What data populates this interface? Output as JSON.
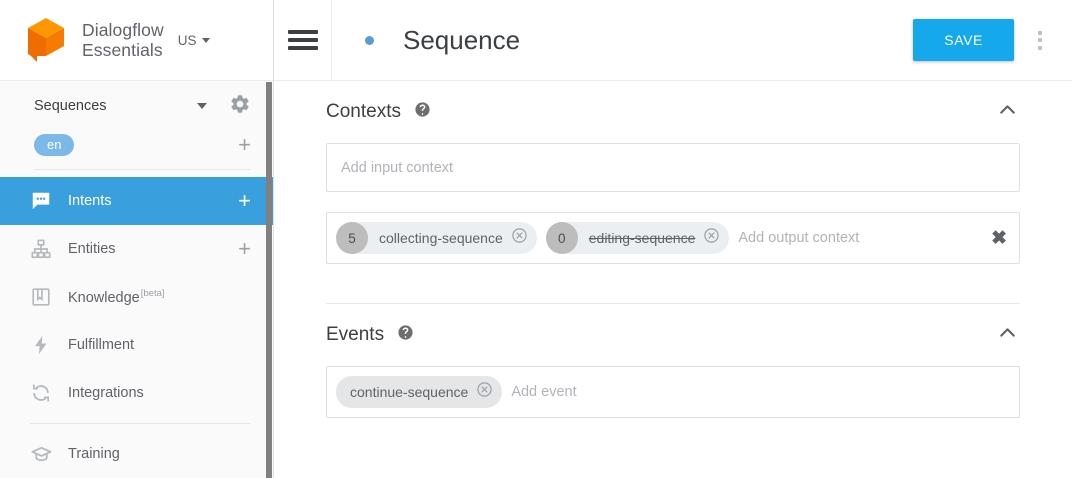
{
  "sidebar": {
    "brand": {
      "line1": "Dialogflow",
      "line2": "Essentials",
      "region": "US"
    },
    "agent": {
      "name": "Sequences"
    },
    "languages": [
      {
        "code": "en"
      }
    ],
    "nav": [
      {
        "label": "Intents",
        "icon": "speech-bubble-icon",
        "active": true,
        "has_add": true
      },
      {
        "label": "Entities",
        "icon": "hierarchy-icon",
        "active": false,
        "has_add": true
      },
      {
        "label": "Knowledge",
        "badge": "[beta]",
        "icon": "book-icon",
        "active": false,
        "has_add": false
      },
      {
        "label": "Fulfillment",
        "icon": "lightning-bolt-icon",
        "active": false,
        "has_add": false
      },
      {
        "label": "Integrations",
        "icon": "sync-icon",
        "active": false,
        "has_add": false
      },
      {
        "label": "Training",
        "icon": "graduation-cap-icon",
        "active": false,
        "has_add": false
      }
    ]
  },
  "topbar": {
    "title": "Sequence",
    "save_label": "SAVE"
  },
  "contexts": {
    "title": "Contexts",
    "input_placeholder": "Add input context",
    "output_placeholder": "Add output context",
    "output_chips": [
      {
        "count": "5",
        "label": "collecting-sequence",
        "struck": false
      },
      {
        "count": "0",
        "label": "editing-sequence",
        "struck": true
      }
    ],
    "clear_all": "✖"
  },
  "events": {
    "title": "Events",
    "placeholder": "Add event",
    "chips": [
      {
        "label": "continue-sequence"
      }
    ]
  },
  "colors": {
    "accent_blue": "#39a0dd",
    "save_blue": "#15a9ec",
    "status_dot": "#5b9bd5",
    "lang_chip": "#7cb9e8",
    "logo_orange_light": "#ff9800",
    "logo_orange_dark": "#ef6c00"
  }
}
